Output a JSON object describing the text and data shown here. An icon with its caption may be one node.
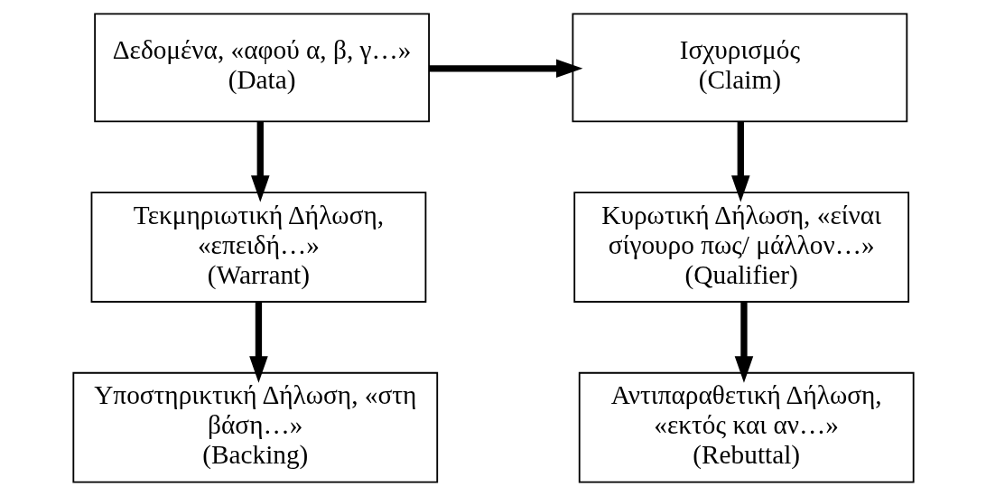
{
  "diagram": {
    "nodes": [
      {
        "text": [
          "Δεδομένα, «αφού α, β, γ…»",
          "(Data)"
        ]
      },
      {
        "text": [
          "Ισχυρισμός",
          "(Claim)"
        ]
      },
      {
        "text": [
          "Τεκμηριωτική Δήλωση, «επειδή…»",
          "(Warrant)"
        ]
      },
      {
        "text": [
          "Κυρωτική Δήλωση, «είναι σίγουρο πως/ μάλλον…»",
          "(Qualifier)"
        ]
      },
      {
        "text": [
          "Υποστηρικτική Δήλωση, «στη βάση…»",
          "(Backing)"
        ]
      },
      {
        "text": [
          "Αντιπαραθετική Δήλωση, «εκτός και αν…»",
          "(Rebuttal)"
        ]
      }
    ],
    "edges": [
      {
        "from": 0,
        "to": 1,
        "arrow": "to"
      },
      {
        "from": 0,
        "to": 2,
        "arrow": "to"
      },
      {
        "from": 1,
        "to": 3,
        "arrow": "to"
      },
      {
        "from": 2,
        "to": 4,
        "arrow": "to"
      },
      {
        "from": 3,
        "to": 5,
        "arrow": "to"
      }
    ]
  }
}
